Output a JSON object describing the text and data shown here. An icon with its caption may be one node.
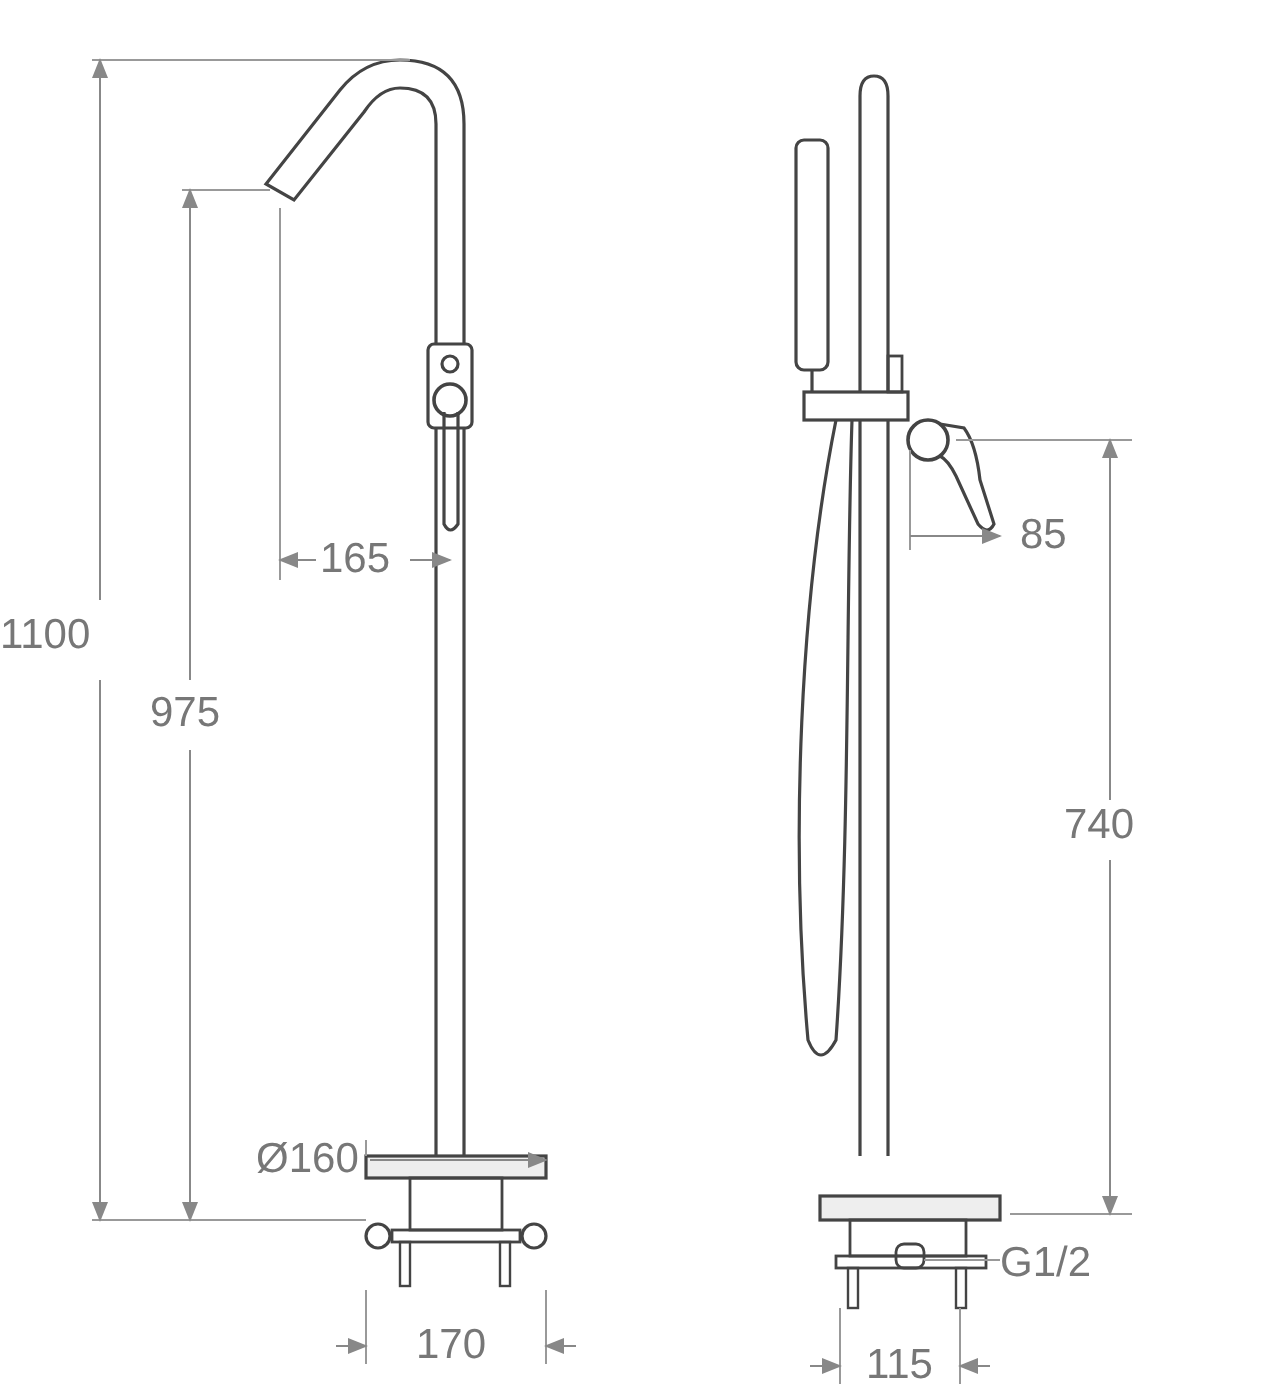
{
  "diagram": {
    "labels": [
      "85",
      "165",
      "1100",
      "975",
      "740",
      "Ø160",
      "G1/2",
      "170",
      "115"
    ]
  }
}
